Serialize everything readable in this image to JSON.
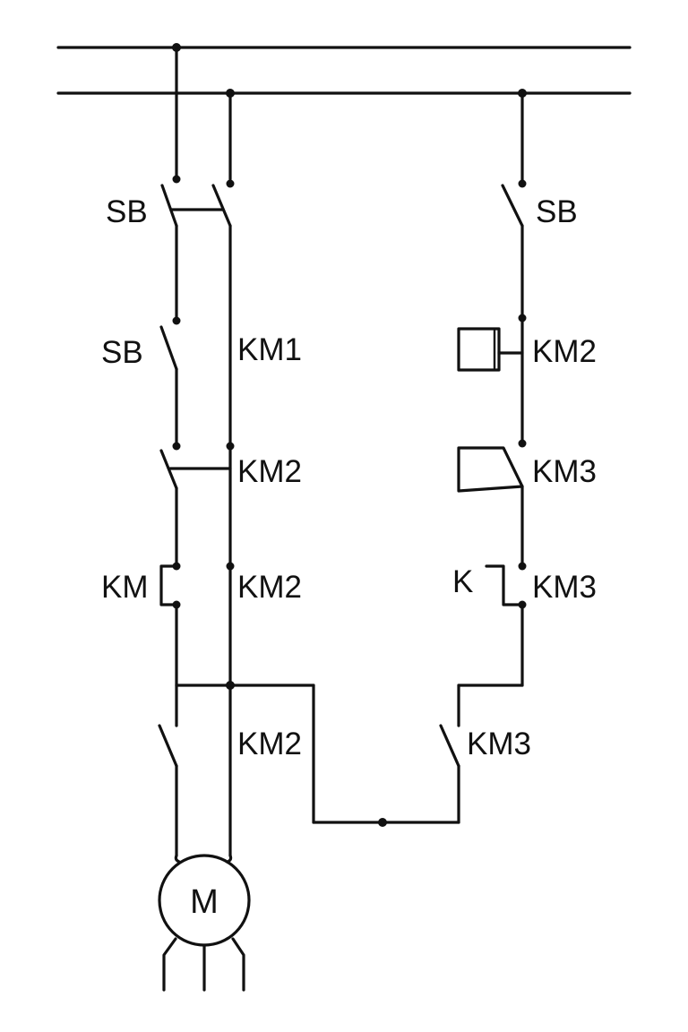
{
  "labels": {
    "sb_top_left": "SB",
    "sb_top_right": "SB",
    "sb_middle_left": "SB",
    "km1": "KM1",
    "km2_coil": "KM2",
    "km2_contact": "KM2",
    "km3_contact": "KM3",
    "km_left": "KM",
    "km2_break": "KM2",
    "k": "K",
    "km3_break": "KM3",
    "km2_lower": "KM2",
    "km3_lower": "KM3",
    "motor": "M"
  }
}
